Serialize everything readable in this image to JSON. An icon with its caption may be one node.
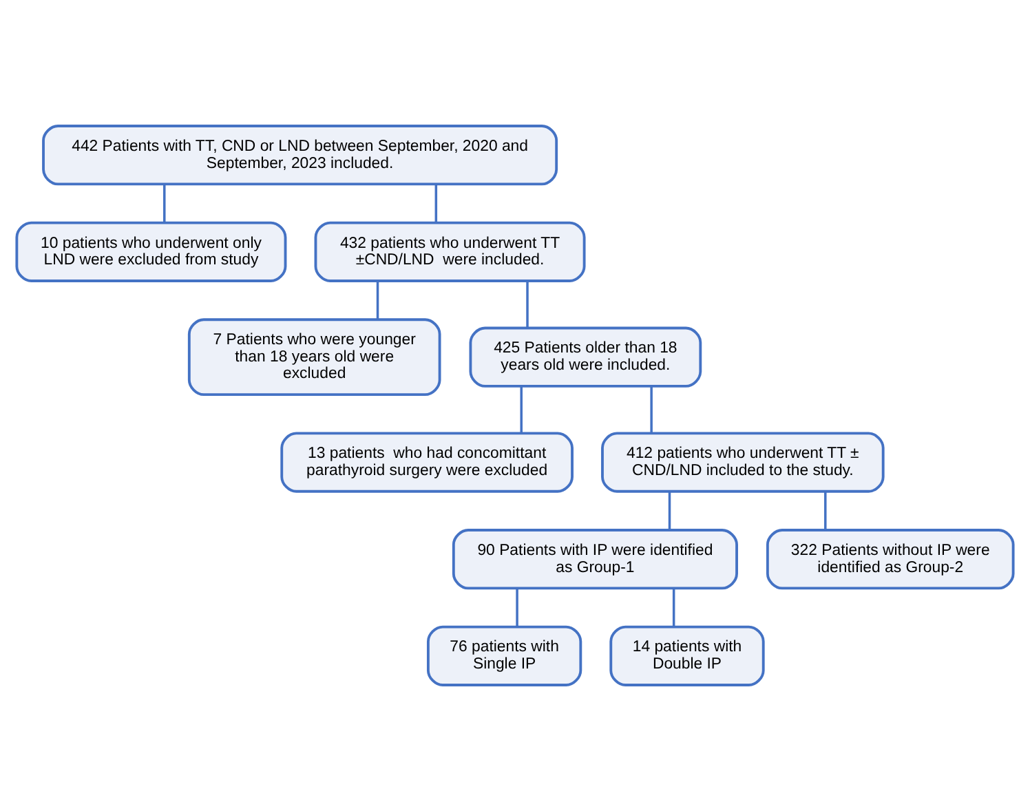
{
  "diagram": {
    "nodes": [
      {
        "text": [
          "442 Patients with TT, CND or LND between September, 2020 and September, 2023 included."
        ]
      },
      {
        "text": [
          "10 patients who underwent only LND were excluded from study"
        ]
      },
      {
        "text": [
          "432 patients who underwent TT ±CND/LND  were included."
        ]
      },
      {
        "text": [
          "7 Patients who were younger than 18 years old were excluded"
        ]
      },
      {
        "text": [
          "425 Patients older than 18 years old were included."
        ]
      },
      {
        "text": [
          "13 patients  who had concomittant parathyroid surgery were excluded"
        ]
      },
      {
        "text": [
          "412 patients who underwent TT ± CND/LND included to the study."
        ]
      },
      {
        "text": [
          "90 Patients with IP were identified as Group-1"
        ]
      },
      {
        "text": [
          "322 Patients without IP were identified as Group-2"
        ]
      },
      {
        "text": [
          "76 patients with Single IP"
        ]
      },
      {
        "text": [
          "14 patients with Double IP"
        ]
      }
    ],
    "edges": [
      {
        "from": 0,
        "to": 1,
        "arrow": "none"
      },
      {
        "from": 0,
        "to": 2,
        "arrow": "none"
      },
      {
        "from": 2,
        "to": 3,
        "arrow": "none"
      },
      {
        "from": 2,
        "to": 4,
        "arrow": "none"
      },
      {
        "from": 4,
        "to": 5,
        "arrow": "none"
      },
      {
        "from": 4,
        "to": 6,
        "arrow": "none"
      },
      {
        "from": 6,
        "to": 7,
        "arrow": "none"
      },
      {
        "from": 6,
        "to": 8,
        "arrow": "none"
      },
      {
        "from": 7,
        "to": 9,
        "arrow": "none"
      },
      {
        "from": 7,
        "to": 10,
        "arrow": "none"
      }
    ]
  }
}
